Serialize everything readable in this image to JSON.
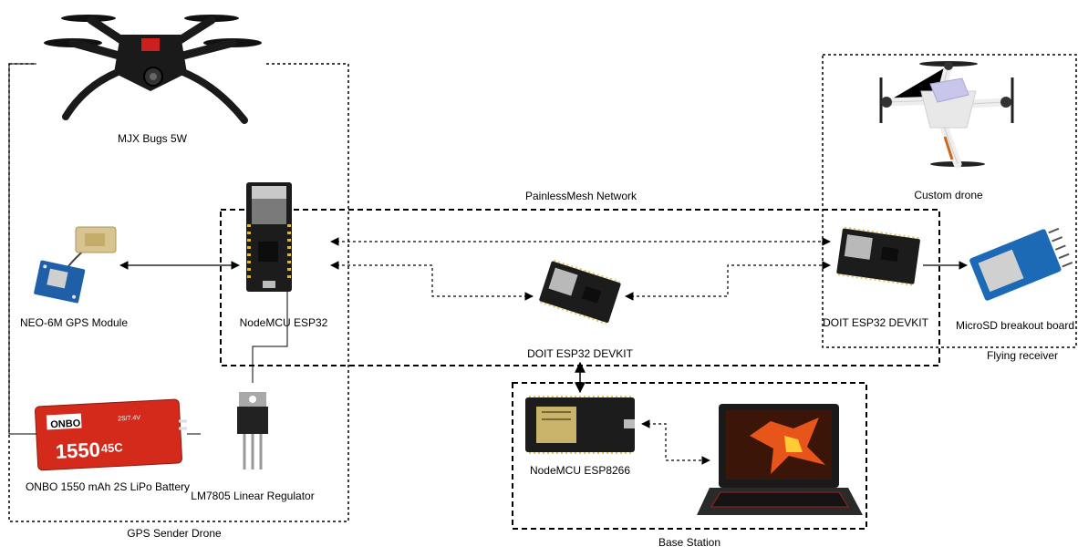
{
  "groups": {
    "gps_sender_drone": "GPS Sender Drone",
    "painlessmesh_network": "PainlessMesh Network",
    "flying_receiver": "Flying receiver",
    "base_station": "Base Station"
  },
  "components": {
    "mjx_drone": "MJX Bugs 5W",
    "gps_module": "NEO-6M GPS Module",
    "sender_esp32": "NodeMCU ESP32",
    "battery": "ONBO 1550 mAh 2S LiPo Battery",
    "regulator": "LM7805 Linear Regulator",
    "mesh_devkit": "DOIT ESP32 DEVKIT",
    "custom_drone": "Custom drone",
    "receiver_devkit": "DOIT ESP32 DEVKIT",
    "microsd_board": "MicroSD breakout board",
    "base_esp8266": "NodeMCU ESP8266"
  },
  "image_text": {
    "battery_brand": "ONBO",
    "battery_capacity": "1550",
    "battery_c_rating": "45C",
    "battery_voltage": "2S/7.4V"
  },
  "icons": [
    "mjx-drone-image",
    "gps-module-image",
    "esp32-board-image",
    "lipo-battery-image",
    "voltage-regulator-image",
    "custom-drone-image",
    "microsd-board-image",
    "esp8266-board-image",
    "laptop-image"
  ],
  "colors": {
    "line": "#000000",
    "board": "#222222",
    "gps_pcb": "#1f5fa8",
    "microsd_pcb": "#1c6ab5",
    "battery": "#d42a1c",
    "drone_body": "#1a1a1a",
    "custom_drone_body": "#e8e8e8",
    "payload": "#c9c6ec",
    "laptop_flame": "#e8551a"
  }
}
